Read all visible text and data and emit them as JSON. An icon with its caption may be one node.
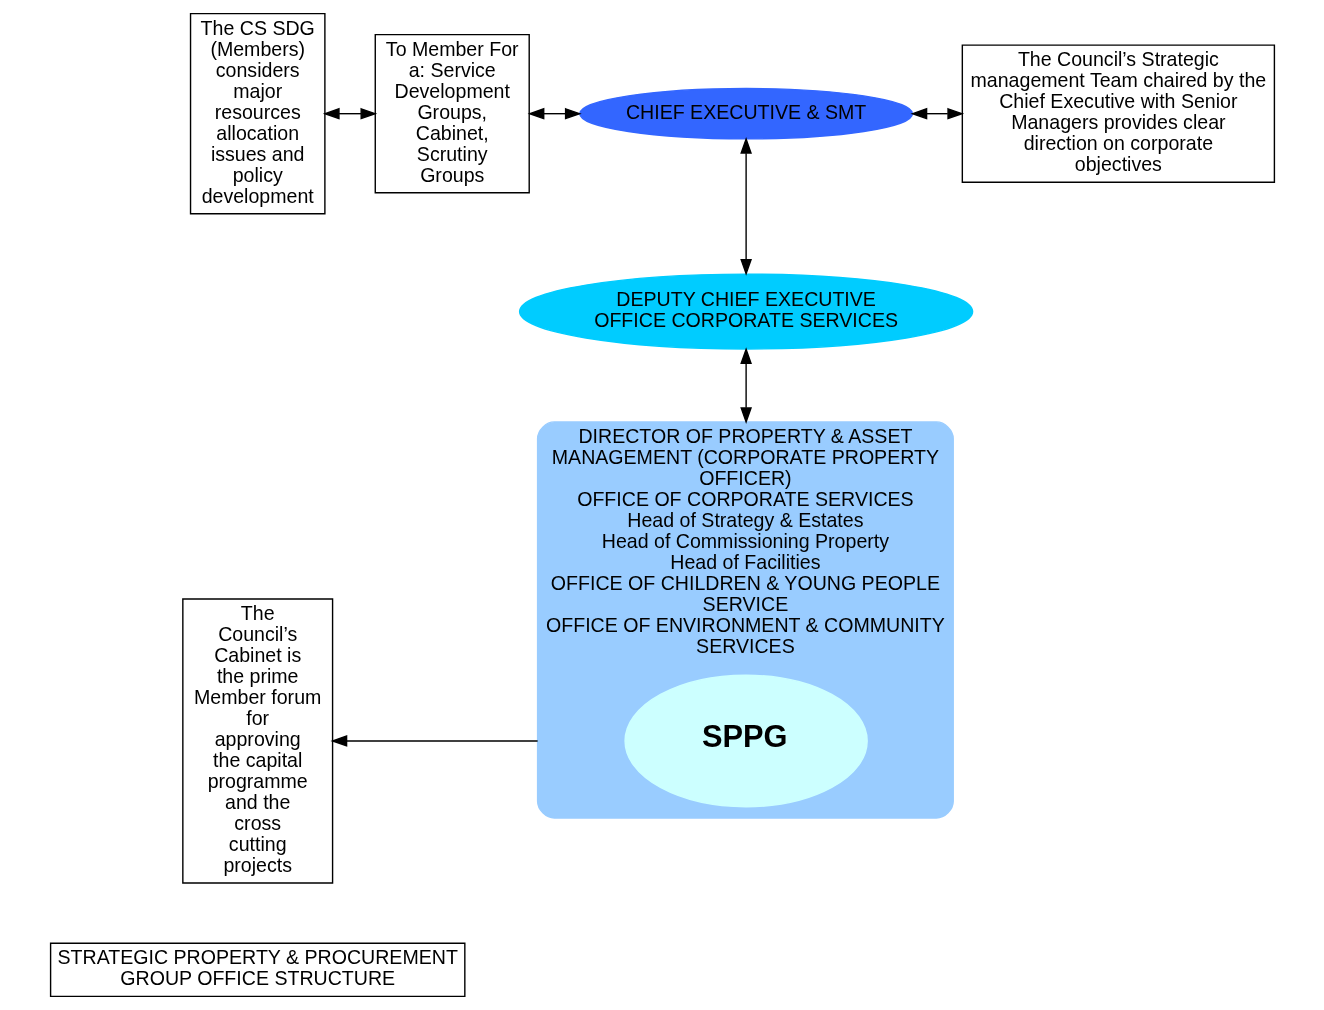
{
  "diagram": {
    "nodes": [
      {
        "text": [
          "The CS SDG (Members) considers major resources allocation issues and policy development"
        ]
      },
      {
        "text": [
          "To Member For a: Service Development Groups, Cabinet, Scrutiny Groups"
        ]
      },
      {
        "text": [
          "CHIEF EXECUTIVE & SMT"
        ]
      },
      {
        "text": [
          "The Council’s Strategic management Team chaired by the Chief Executive with Senior Managers provides clear direction on corporate objectives"
        ]
      },
      {
        "text": [
          "DEPUTY CHIEF EXECUTIVE OFFICE CORPORATE SERVICES"
        ]
      },
      {
        "text": [
          "The Council’s Cabinet is the prime Member forum for approving the capital programme and the cross cutting projects"
        ]
      },
      {
        "text": [
          "DIRECTOR OF PROPERTY & ASSET MANAGEMENT (CORPORATE PROPERTY OFFICER)",
          "OFFICE OF CORPORATE SERVICES",
          "Head of Strategy & Estates",
          "Head of Commissioning Property",
          "Head of Facilities",
          "OFFICE OF CHILDREN & YOUNG PEOPLE SERVICE",
          "OFFICE OF ENVIRONMENT & COMMUNITY SERVICES"
        ]
      },
      {
        "text": [
          "SPPG"
        ],
        "in": 6
      },
      {
        "text": [
          "STRATEGIC PROPERTY & PROCUREMENT GROUP OFFICE STRUCTURE"
        ]
      }
    ],
    "edges": [
      {
        "from": 0,
        "to": 1,
        "arrow": "both"
      },
      {
        "from": 1,
        "to": 2,
        "arrow": "both"
      },
      {
        "from": 2,
        "to": 3,
        "arrow": "both"
      },
      {
        "from": 2,
        "to": 4,
        "arrow": "both"
      },
      {
        "from": 4,
        "to": 6,
        "arrow": "both"
      },
      {
        "from": 6,
        "to": 5,
        "arrow": "to"
      }
    ]
  }
}
